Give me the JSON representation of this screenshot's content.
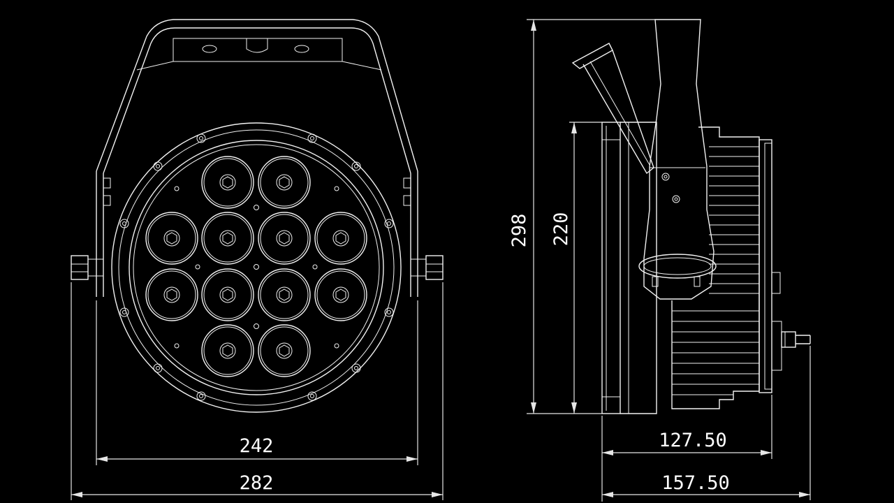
{
  "drawing": {
    "front_view": {
      "width_inner": "242",
      "width_outer": "282"
    },
    "side_view": {
      "height_total": "298",
      "height_body": "220",
      "depth_body": "127.50",
      "depth_total": "157.50"
    }
  }
}
